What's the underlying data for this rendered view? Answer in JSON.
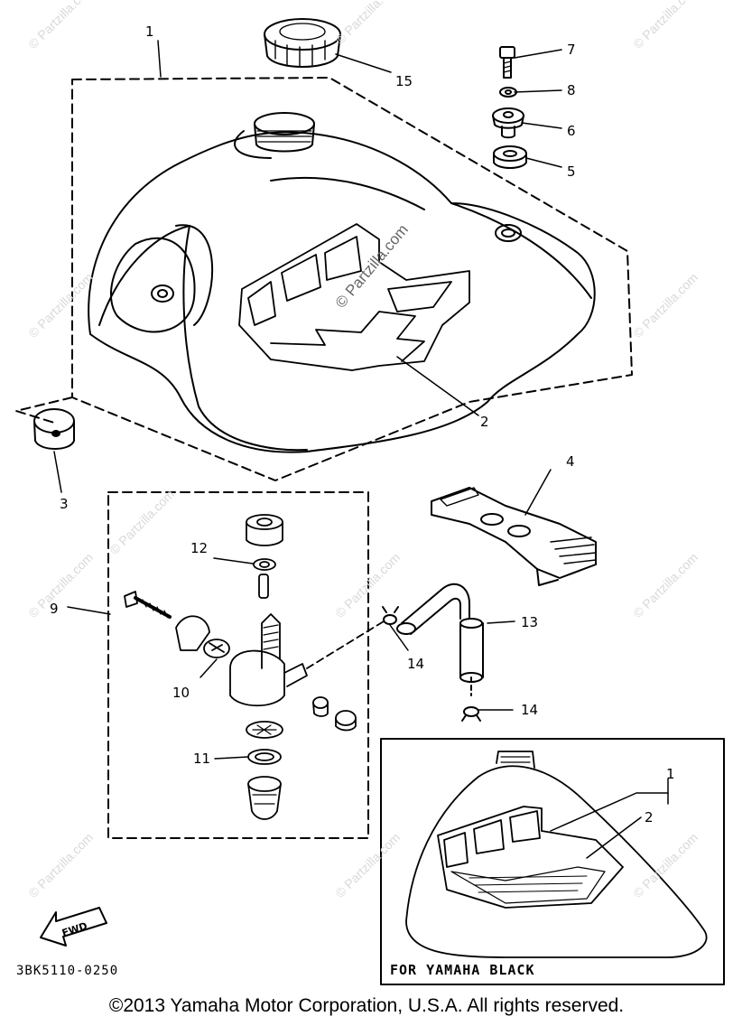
{
  "diagram": {
    "callouts": {
      "c1": "1",
      "c2": "2",
      "c3": "3",
      "c4": "4",
      "c5": "5",
      "c6": "6",
      "c7": "7",
      "c8": "8",
      "c9": "9",
      "c10": "10",
      "c11": "11",
      "c12": "12",
      "c13": "13",
      "c14a": "14",
      "c14b": "14",
      "c15": "15",
      "inset1": "1",
      "inset2": "2"
    },
    "fwd_label": "FWD",
    "diagram_code": "3BK5110-0250",
    "inset_label": "FOR YAMAHA BLACK",
    "watermark_text": "© Partzilla.com",
    "copyright": "©2013 Yamaha Motor Corporation, U.S.A. All rights reserved."
  }
}
